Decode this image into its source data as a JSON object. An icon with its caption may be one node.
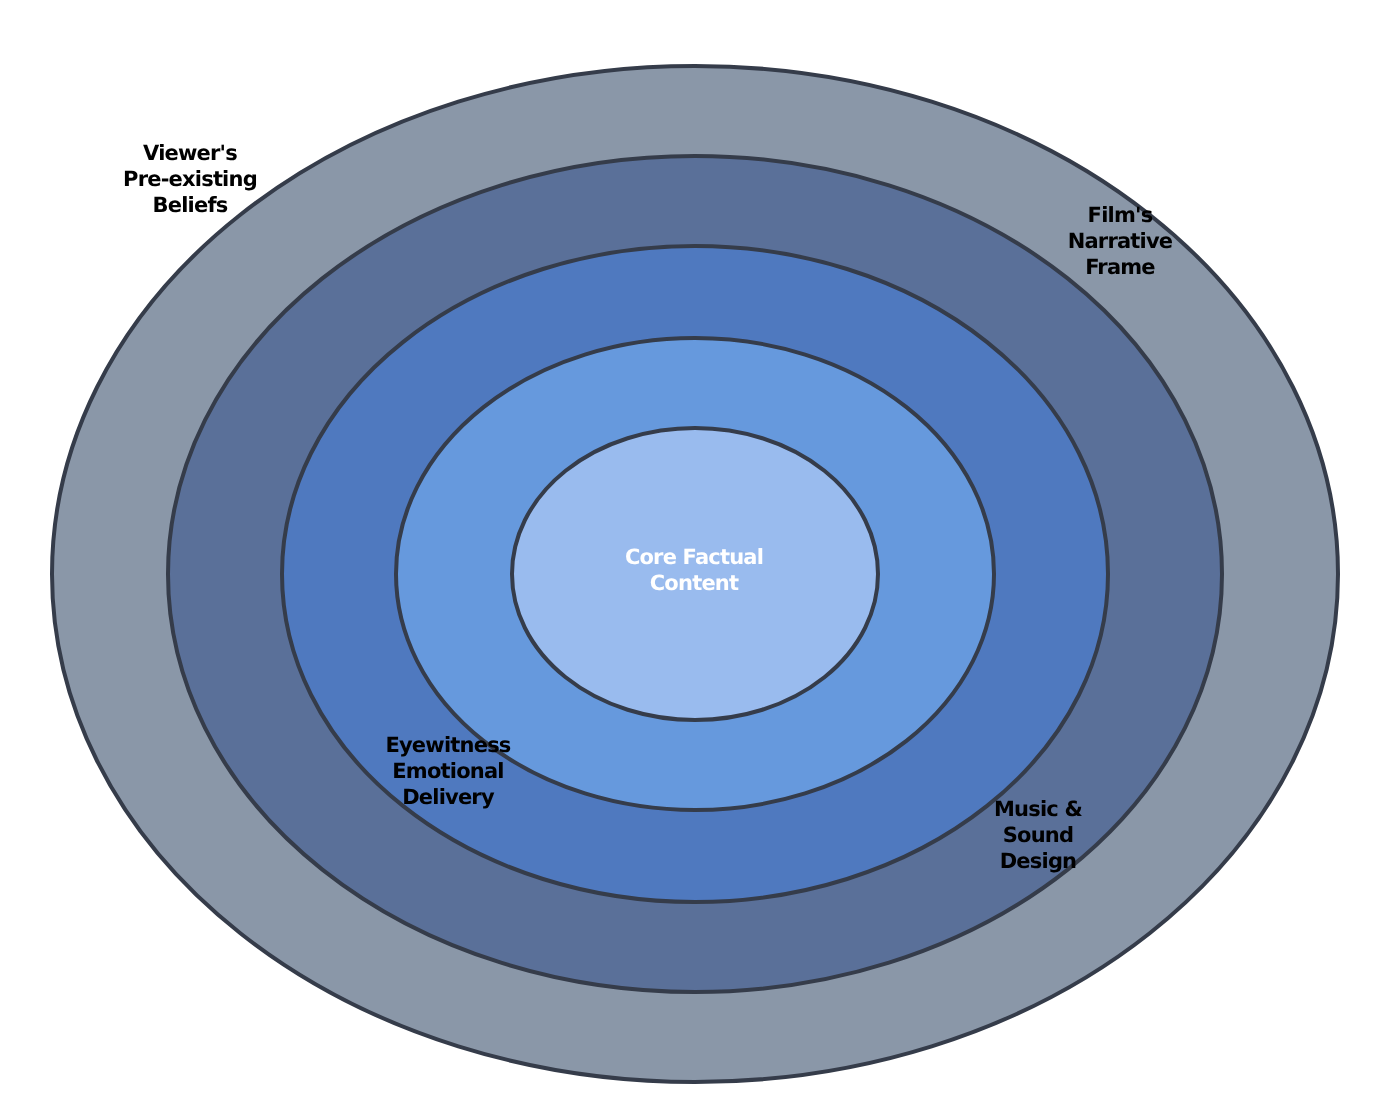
{
  "diagram": {
    "nodes": [
      {
        "text": [
          "Viewer's Pre-existing Beliefs",
          "Film's Narrative Frame"
        ]
      },
      {
        "text": [
          "Music & Sound Design"
        ],
        "in": 0
      },
      {
        "text": [
          "Eyewitness Emotional Delivery"
        ],
        "in": 1
      },
      {
        "text": [],
        "shape": "ellipse",
        "in": 2
      },
      {
        "text": [
          "Core Factual Content"
        ],
        "in": 3
      }
    ]
  }
}
